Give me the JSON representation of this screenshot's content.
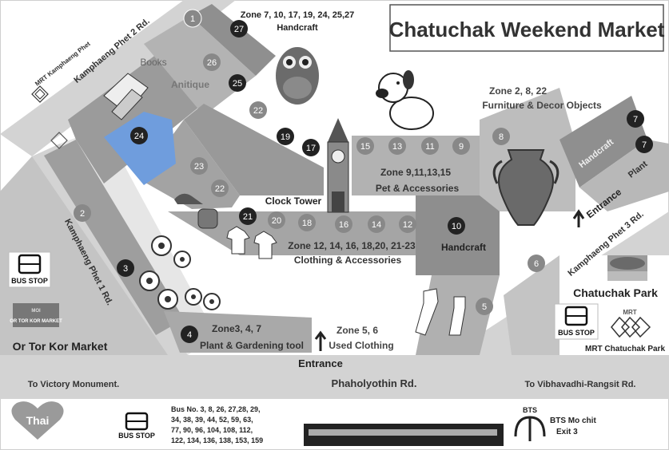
{
  "title": "Chatuchak Weekend Market",
  "colors": {
    "road": "#d3d3d3",
    "block": "#a7a7a7",
    "block_dark": "#8a8a8a",
    "zone_text": "#3a3a3a",
    "highlight": "#6f9ddd"
  },
  "zones": {
    "z7": {
      "label": "Zone 7, 10, 17, 19, 24, 25,27",
      "desc": "Handcraft"
    },
    "z2": {
      "label": "Zone 2, 8, 22",
      "desc": "Furniture & Decor Objects"
    },
    "z9": {
      "label": "Zone 9,11,13,15",
      "desc": "Pet & Accessories"
    },
    "z12": {
      "label": "Zone 12, 14, 16, 18,20, 21-23",
      "desc": "Clothing & Accessories"
    },
    "z3": {
      "label": "Zone3, 4, 7",
      "desc": "Plant & Gardening tool"
    },
    "z5": {
      "label": "Zone 5, 6",
      "desc": "Used Clothing"
    }
  },
  "labels": {
    "books": "Books",
    "antique": "Anitique",
    "clock_tower": "Clock Tower",
    "handcraft": "Handcraft",
    "plant": "Plant",
    "entrance": "Entrance",
    "chatuchak_park": "Chatuchak Park",
    "or_tor_kor": "Or Tor Kor Market",
    "bus_stop": "BUS STOP",
    "mrt_chatuchak": "MRT Chatuchak Park",
    "mrt_kamphaeng": "MRT Kamphaeng Phet",
    "mrt_logo": "MRT",
    "mrt_small": "MRT",
    "ortorkor_sign": "OR TOR KOR MARKET",
    "ortorkor_sign_top": "MOI",
    "bts_logo": "BTS",
    "bts_station": "BTS Mo chit",
    "bts_exit": "Exit 3",
    "thai": "Thai"
  },
  "roads": {
    "kp2": "Kamphaeng Phet 2 Rd.",
    "kp1": "Kamphaeng Phet 1 Rd.",
    "kp3": "Kamphaeng Phet 3 Rd.",
    "phaholyothin": "Phaholyothin Rd.",
    "victory": "To Victory Monument.",
    "vibhavadi": "To Vibhavadhi-Rangsit Rd."
  },
  "buses": {
    "line1": "Bus No. 3, 8, 26, 27,28, 29,",
    "line2": "34, 38, 39, 44, 52, 59, 63,",
    "line3": "77, 90, 96, 104, 108, 112,",
    "line4": "122, 134, 136, 138, 153, 159"
  },
  "markers": [
    "1",
    "27",
    "26",
    "25",
    "22",
    "19",
    "17",
    "24",
    "23",
    "22",
    "2",
    "3",
    "4",
    "21",
    "20",
    "18",
    "16",
    "14",
    "12",
    "15",
    "13",
    "11",
    "9",
    "8",
    "7",
    "7",
    "10",
    "6",
    "5"
  ]
}
